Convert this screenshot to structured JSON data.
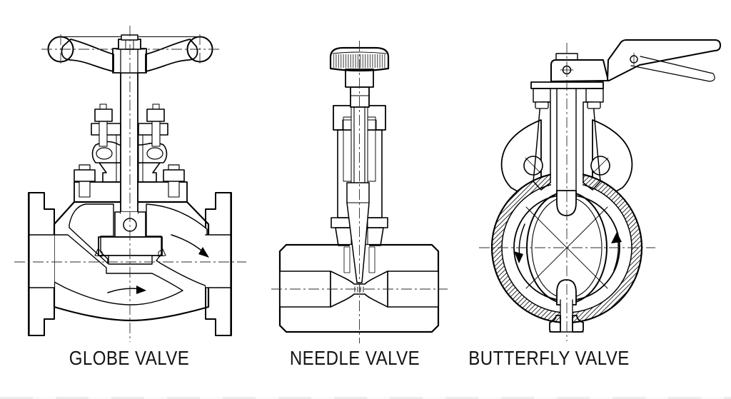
{
  "page": {
    "background_color": "#ffffff",
    "ink_color": "#000000",
    "hatch_color": "#1a1a1a",
    "description": "Cross-section technical drawings of three valve types"
  },
  "figures": [
    {
      "id": "globe-valve",
      "label": "GLOBE VALVE"
    },
    {
      "id": "needle-valve",
      "label": "NEEDLE VALVE"
    },
    {
      "id": "butterfly-valve",
      "label": "BUTTERFLY VALVE"
    }
  ]
}
